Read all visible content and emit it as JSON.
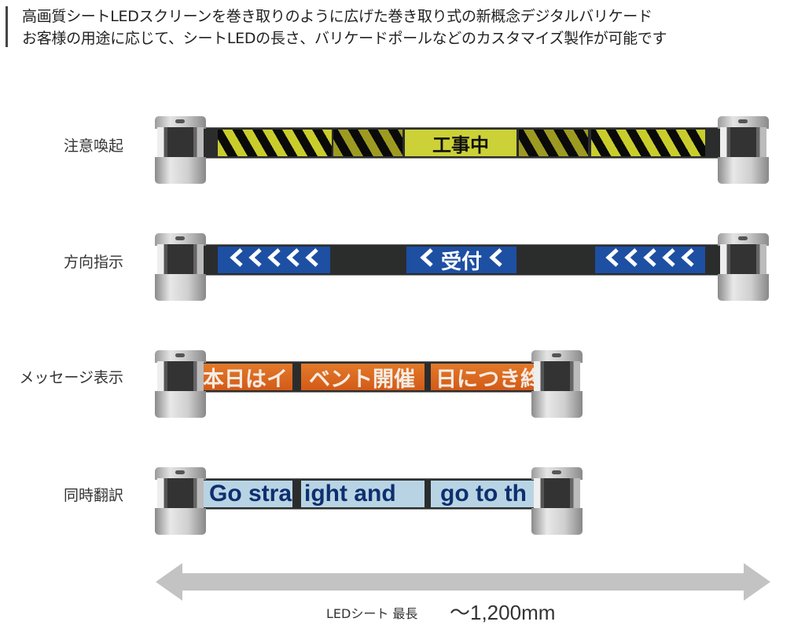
{
  "header": {
    "line1": "高画質シートLEDスクリーンを巻き取りのように広げた巻き取り式の新概念デジタルバリケード",
    "line2": "お客様の用途に応じて、シートLEDの長さ、バリケードポールなどのカスタマイズ製作が可能です"
  },
  "rows": [
    {
      "label": "注意喚起",
      "panels": [
        "",
        "",
        "工事中",
        "",
        ""
      ]
    },
    {
      "label": "方向指示",
      "center_text": "受付",
      "icon": "chevron-left-icon"
    },
    {
      "label": "メッセージ表示",
      "panels": [
        "本日はイ",
        "ベント開催",
        "日につき終"
      ]
    },
    {
      "label": "同時翻訳",
      "panels": [
        "Go stra",
        "ight and",
        "go to th"
      ]
    }
  ],
  "footer": {
    "label": "LEDシート 最長",
    "value": "～1,200mm"
  },
  "colors": {
    "arrow": "#c3c3c3"
  }
}
